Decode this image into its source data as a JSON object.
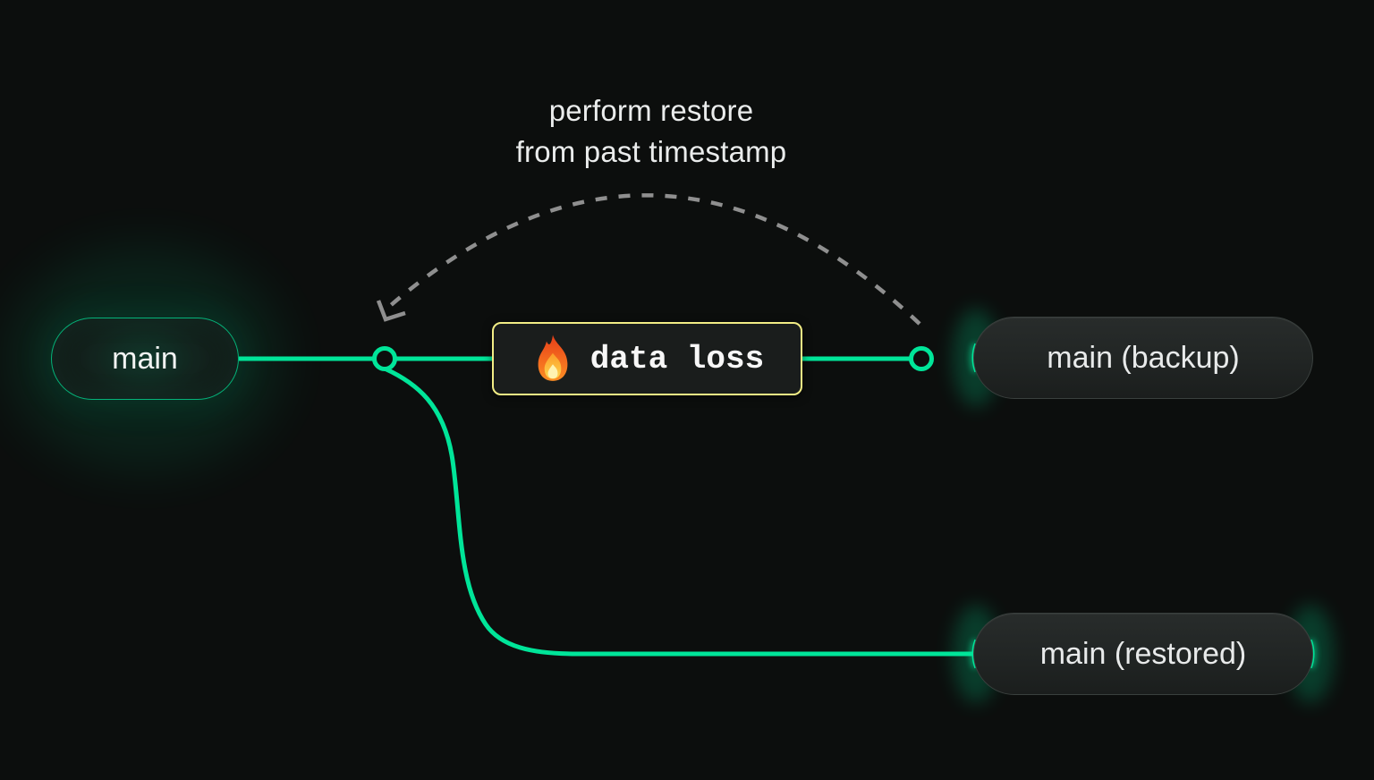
{
  "note": {
    "line1": "perform restore",
    "line2": "from past timestamp"
  },
  "nodes": {
    "main": {
      "label": "main"
    },
    "backup": {
      "label": "main (backup)"
    },
    "restored": {
      "label": "main (restored)"
    }
  },
  "event": {
    "label": "data loss",
    "icon": "fire-icon"
  },
  "colors": {
    "background": "#0c0e0d",
    "accent-green": "#00e599",
    "warning-yellow": "#f2ed85",
    "dash-gray": "#8f8f8f",
    "node-fill": "#232726",
    "node-border": "#3a403e",
    "text": "#ececec"
  }
}
